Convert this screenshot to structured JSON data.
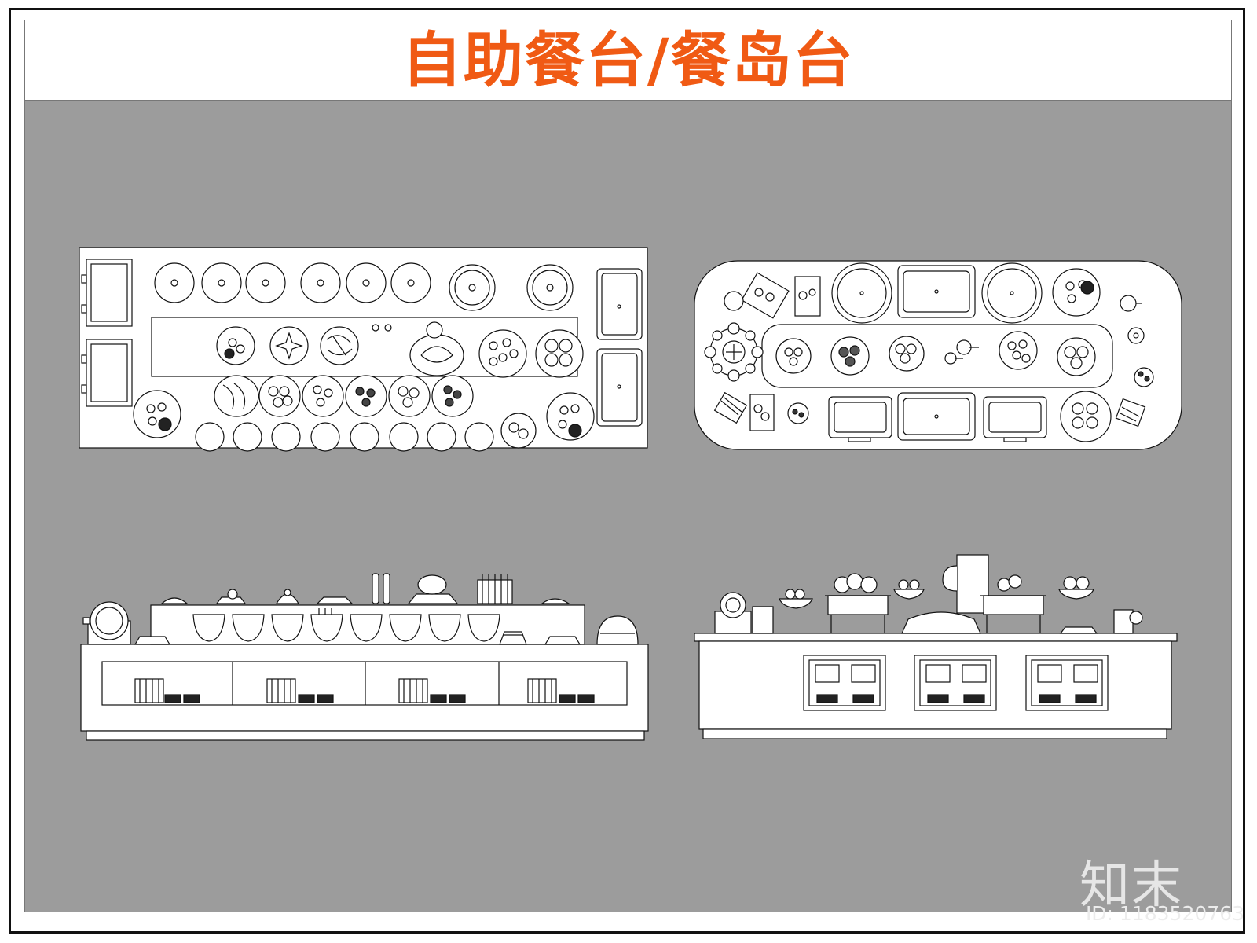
{
  "title": "自助餐台/餐岛台",
  "watermark": {
    "text": "知末",
    "id_label": "ID: 1183520763"
  },
  "colors": {
    "title": "#f05a14",
    "background": "#9c9c9c",
    "line": "#111111",
    "fill": "#ffffff"
  },
  "views": [
    {
      "name": "buffet-table-plan",
      "kind": "plan"
    },
    {
      "name": "buffet-island-plan",
      "kind": "plan"
    },
    {
      "name": "buffet-table-elevation",
      "kind": "elevation"
    },
    {
      "name": "buffet-island-elevation",
      "kind": "elevation"
    }
  ]
}
